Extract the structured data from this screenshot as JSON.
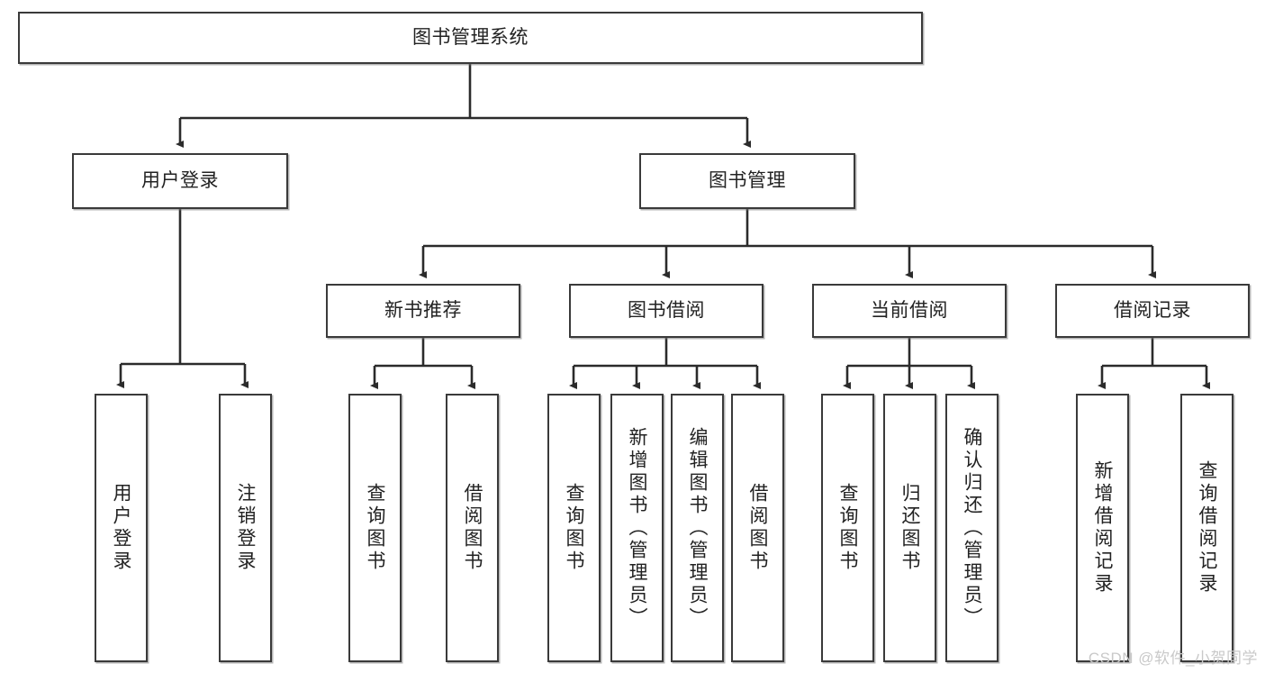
{
  "diagram": {
    "title": "图书管理系统",
    "watermark": "CSDN @软件_小贺同学",
    "colors": {
      "box_border": "#3a3a3a",
      "box_fill": "#ffffff",
      "connector": "#2b2b2b",
      "text": "#222222",
      "watermark": "#c9c9c9"
    },
    "levels": {
      "root": "图书管理系统",
      "level2": [
        "用户登录",
        "图书管理"
      ],
      "level3": [
        "新书推荐",
        "图书借阅",
        "当前借阅",
        "借阅记录"
      ]
    },
    "nodes": {
      "root": {
        "label": "图书管理系统"
      },
      "user_login": {
        "label": "用户登录"
      },
      "book_manage": {
        "label": "图书管理"
      },
      "new_book_rec": {
        "label": "新书推荐"
      },
      "book_borrow": {
        "label": "图书借阅"
      },
      "current_borrow": {
        "label": "当前借阅"
      },
      "borrow_record": {
        "label": "借阅记录"
      },
      "leaf_user_login": {
        "label": "用户登录"
      },
      "leaf_logout": {
        "label": "注销登录"
      },
      "leaf_query_book_a": {
        "label": "查询图书"
      },
      "leaf_borrow_book_a": {
        "label": "借阅图书"
      },
      "leaf_query_book_b": {
        "label": "查询图书"
      },
      "leaf_add_book": {
        "label": "新增图书（管理员）"
      },
      "leaf_edit_book": {
        "label": "编辑图书（管理员）"
      },
      "leaf_borrow_book_b": {
        "label": "借阅图书"
      },
      "leaf_query_book_c": {
        "label": "查询图书"
      },
      "leaf_return_book": {
        "label": "归还图书"
      },
      "leaf_confirm_return": {
        "label": "确认归还（管理员）"
      },
      "leaf_add_record": {
        "label": "新增借阅记录"
      },
      "leaf_query_record": {
        "label": "查询借阅记录"
      }
    },
    "tree": {
      "name": "图书管理系统",
      "children": [
        {
          "name": "用户登录",
          "children": [
            {
              "name": "用户登录"
            },
            {
              "name": "注销登录"
            }
          ]
        },
        {
          "name": "图书管理",
          "children": [
            {
              "name": "新书推荐",
              "children": [
                {
                  "name": "查询图书"
                },
                {
                  "name": "借阅图书"
                }
              ]
            },
            {
              "name": "图书借阅",
              "children": [
                {
                  "name": "查询图书"
                },
                {
                  "name": "新增图书（管理员）"
                },
                {
                  "name": "编辑图书（管理员）"
                },
                {
                  "name": "借阅图书"
                }
              ]
            },
            {
              "name": "当前借阅",
              "children": [
                {
                  "name": "查询图书"
                },
                {
                  "name": "归还图书"
                },
                {
                  "name": "确认归还（管理员）"
                }
              ]
            },
            {
              "name": "借阅记录",
              "children": [
                {
                  "name": "新增借阅记录"
                },
                {
                  "name": "查询借阅记录"
                }
              ]
            }
          ]
        }
      ]
    }
  }
}
